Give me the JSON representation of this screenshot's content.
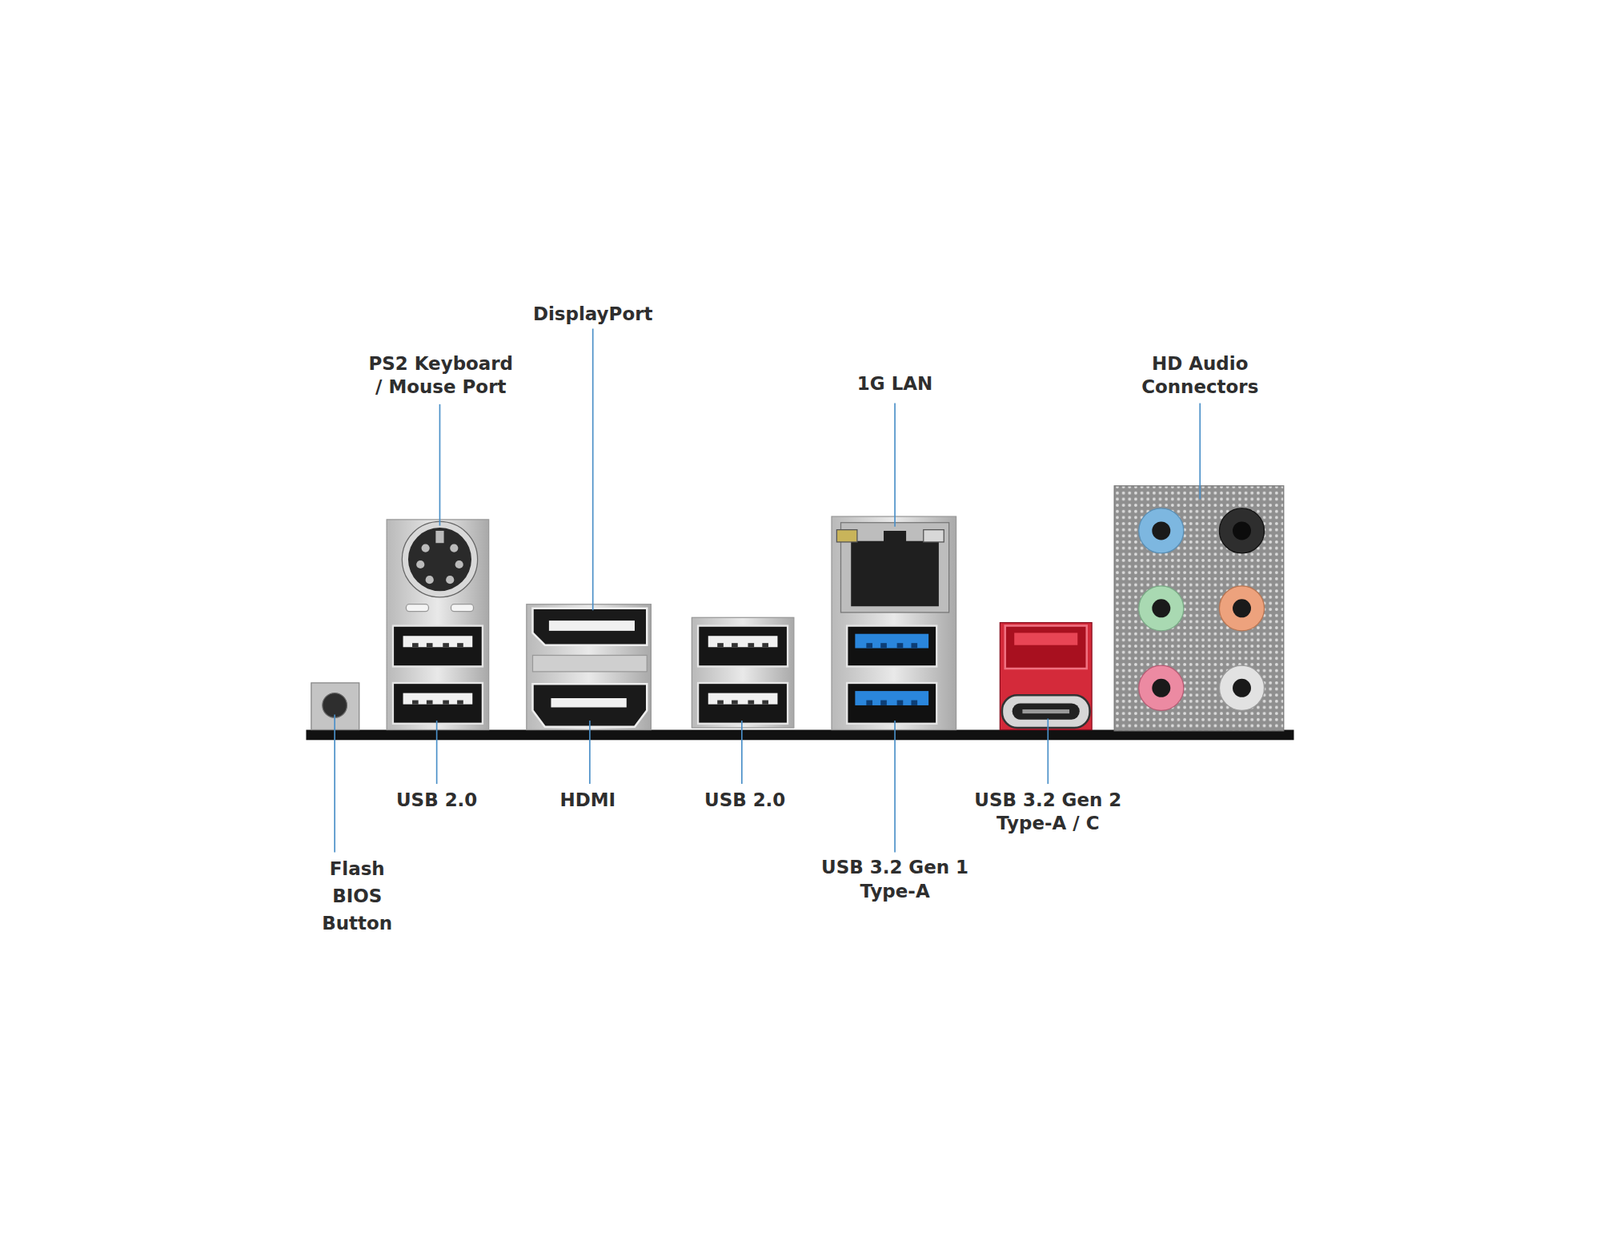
{
  "diagram": {
    "labels": [
      "PS2 Keyboard / Mouse Port",
      "DisplayPort",
      "1G LAN",
      "HD Audio Connectors",
      "USB 2.0",
      "HDMI",
      "USB 2.0",
      "USB 3.2 Gen 2 Type-A / C",
      "Flash BIOS Button",
      "USB 3.2 Gen 1 Type-A"
    ]
  }
}
